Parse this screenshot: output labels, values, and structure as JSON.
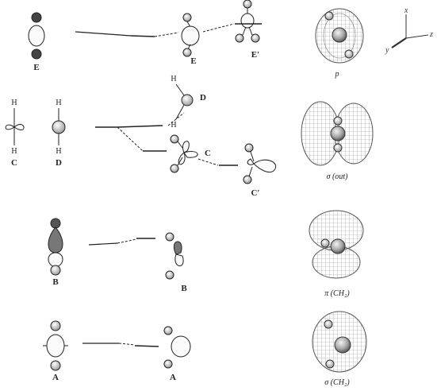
{
  "labels": {
    "E": "E",
    "E_mid": "E",
    "E_prime": "E′",
    "C_left": "C",
    "D_left": "D",
    "D_top": "D",
    "C_mid": "C",
    "C_prime": "C′",
    "B_left": "B",
    "B_right": "B",
    "A_left": "A",
    "A_right": "A",
    "H": "H"
  },
  "captions": {
    "p": "p",
    "sigma_out": "σ (out)",
    "pi_ch2": "π (CH₂)",
    "sigma_ch2": "σ (CH₂)"
  },
  "axes": {
    "x": "x",
    "y": "y",
    "z": "z"
  },
  "colors": {
    "ink": "#222222",
    "lobe": "#f4f4f4",
    "mesh": "#9a9a9a",
    "mesh_fill": "#e6e6e6",
    "atom": "#bdbdbd"
  }
}
